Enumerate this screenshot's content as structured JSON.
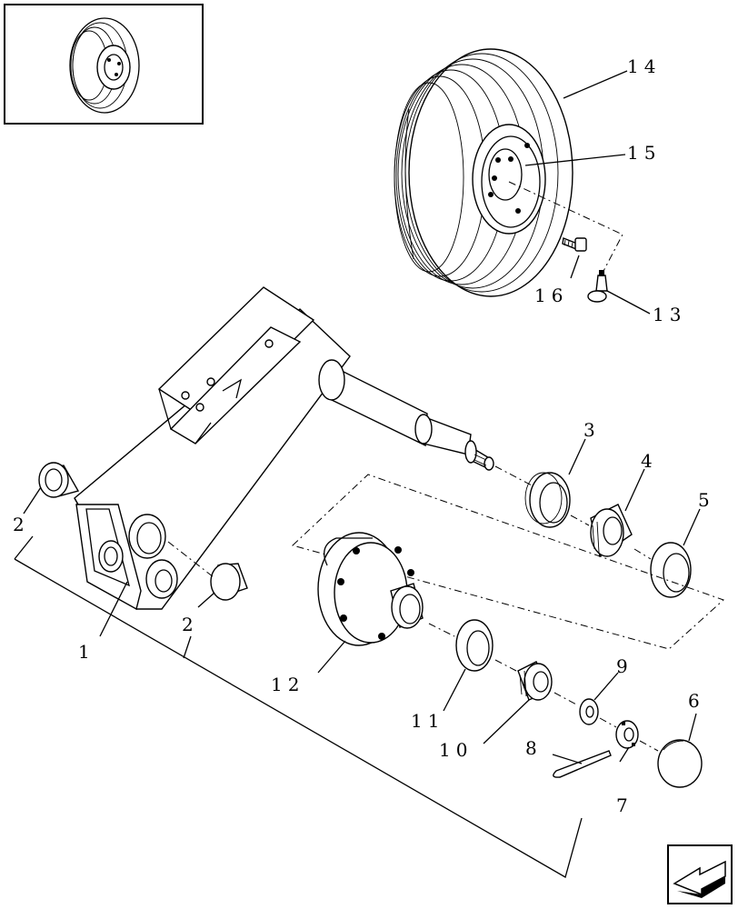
{
  "callouts": [
    {
      "id": "c1",
      "text": "1"
    },
    {
      "id": "c2a",
      "text": "2"
    },
    {
      "id": "c2b",
      "text": "2"
    },
    {
      "id": "c3",
      "text": "3"
    },
    {
      "id": "c4",
      "text": "4"
    },
    {
      "id": "c5",
      "text": "5"
    },
    {
      "id": "c6",
      "text": "6"
    },
    {
      "id": "c7",
      "text": "7"
    },
    {
      "id": "c8",
      "text": "8"
    },
    {
      "id": "c9",
      "text": "9"
    },
    {
      "id": "c10",
      "text": "10"
    },
    {
      "id": "c11",
      "text": "11"
    },
    {
      "id": "c12",
      "text": "12"
    },
    {
      "id": "c13",
      "text": "13"
    },
    {
      "id": "c14",
      "text": "14"
    },
    {
      "id": "c15",
      "text": "15"
    },
    {
      "id": "c16",
      "text": "16"
    }
  ],
  "icons": {
    "thumbnail": "wheel-thumbnail-icon",
    "navigation": "back-arrow-icon"
  }
}
